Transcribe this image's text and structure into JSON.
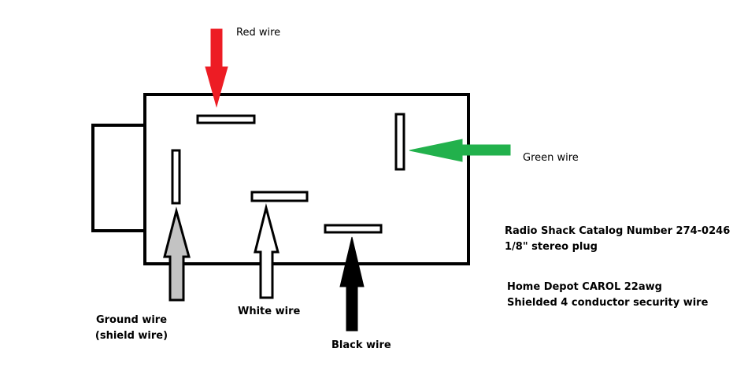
{
  "colors": {
    "outline": "#000000",
    "red_arrow": "#ed1c24",
    "green_arrow": "#22b14c",
    "ground_arrow": "#c3c3c3",
    "white_arrow": "#ffffff",
    "black_arrow": "#000000"
  },
  "wires": {
    "red": "Red wire",
    "green": "Green wire",
    "ground_line1": "Ground wire",
    "ground_line2": "(shield wire)",
    "white": "White wire",
    "black": "Black wire"
  },
  "notes": {
    "plug_line1": "Radio Shack Catalog Number 274-0246",
    "plug_line2": "1/8\" stereo plug",
    "cable_line1": "Home Depot CAROL 22awg",
    "cable_line2": "Shielded 4 conductor security wire"
  }
}
